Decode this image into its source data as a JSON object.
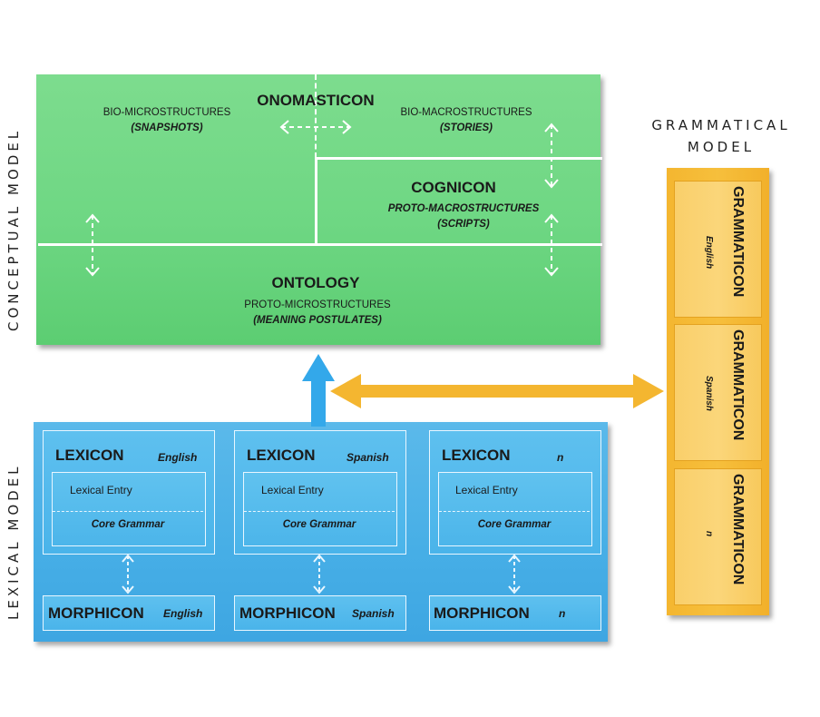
{
  "labels": {
    "conceptual_model": "CONCEPTUAL MODEL",
    "lexical_model": "LEXICAL MODEL",
    "grammatical_model_line1": "GRAMMATICAL",
    "grammatical_model_line2": "MODEL"
  },
  "conceptual": {
    "onomasticon": "ONOMASTICON",
    "bio_micro": "BIO-MICROSTRUCTURES",
    "bio_micro_sub": "(SNAPSHOTS)",
    "bio_macro": "BIO-MACROSTRUCTURES",
    "bio_macro_sub": "(STORIES)",
    "cognicon": "COGNICON",
    "proto_macro": "PROTO-MACROSTRUCTURES",
    "proto_macro_sub": "(SCRIPTS)",
    "ontology": "ONTOLOGY",
    "proto_micro": "PROTO-MICROSTRUCTURES",
    "proto_micro_sub": "(MEANING POSTULATES)"
  },
  "lexical": {
    "columns": [
      {
        "lexicon": "LEXICON",
        "lang": "English",
        "entry": "Lexical Entry",
        "core": "Core Grammar",
        "morphicon": "MORPHICON",
        "morph_lang": "English"
      },
      {
        "lexicon": "LEXICON",
        "lang": "Spanish",
        "entry": "Lexical Entry",
        "core": "Core Grammar",
        "morphicon": "MORPHICON",
        "morph_lang": "Spanish"
      },
      {
        "lexicon": "LEXICON",
        "lang": "n",
        "entry": "Lexical Entry",
        "core": "Core Grammar",
        "morphicon": "MORPHICON",
        "morph_lang": "n"
      }
    ]
  },
  "grammatical": {
    "boxes": [
      {
        "title": "GRAMMATICON",
        "lang": "English"
      },
      {
        "title": "GRAMMATICON",
        "lang": "Spanish"
      },
      {
        "title": "GRAMMATICON",
        "lang": "n"
      }
    ]
  },
  "colors": {
    "conceptual": "#6ed783",
    "lexical": "#46aee6",
    "grammatical": "#f4b630",
    "blue_arrow": "#33a8ea",
    "gold_arrow": "#f4b630"
  }
}
